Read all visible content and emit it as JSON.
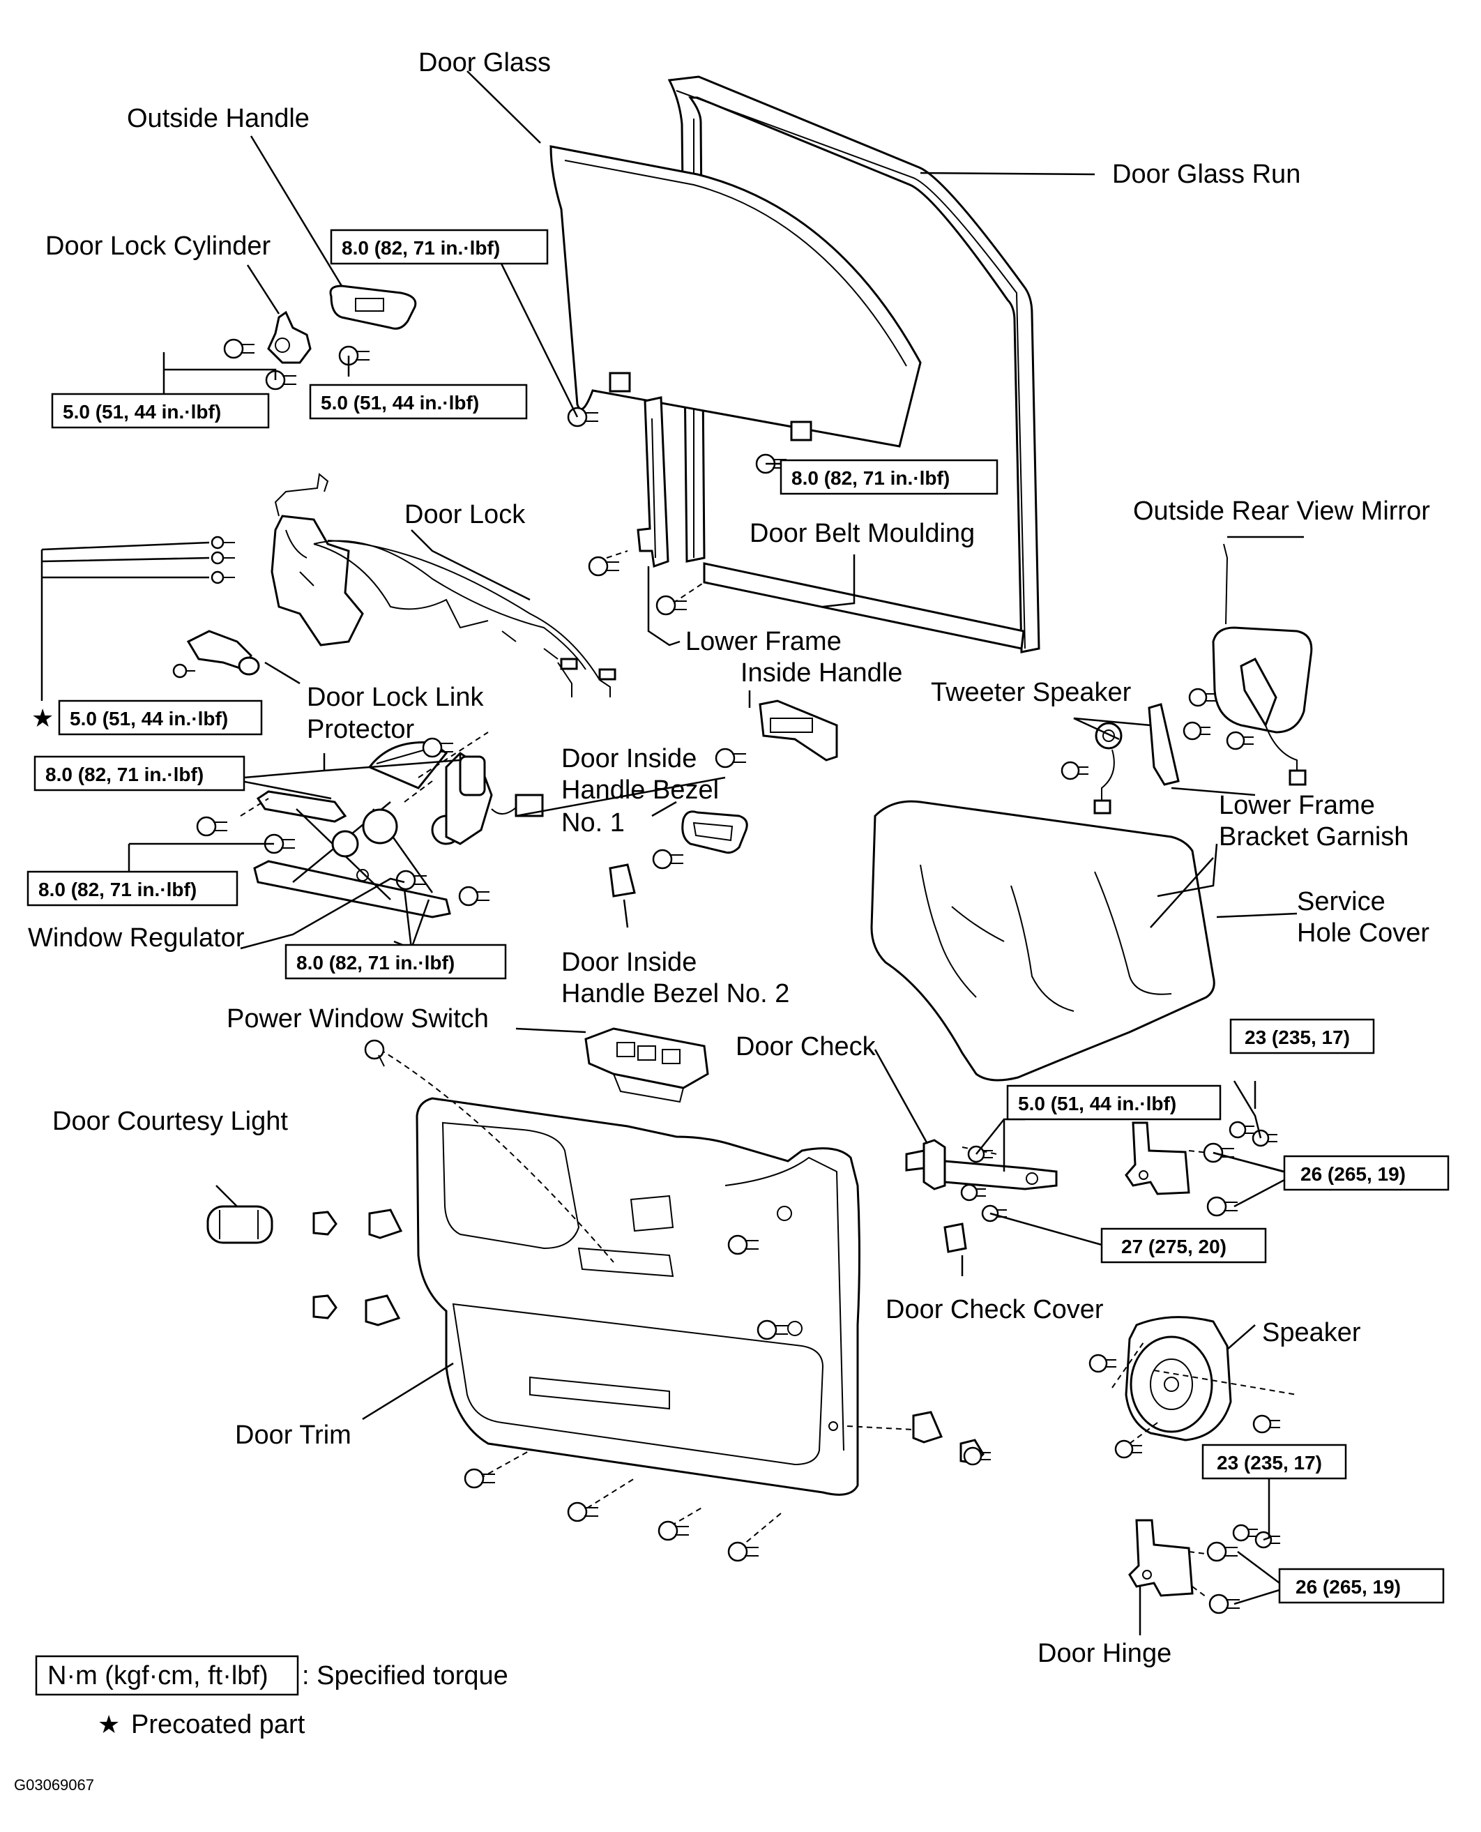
{
  "labels": {
    "door_glass": "Door Glass",
    "outside_handle": "Outside Handle",
    "door_glass_run": "Door Glass Run",
    "door_lock_cylinder": "Door Lock Cylinder",
    "door_lock": "Door Lock",
    "door_belt_moulding": "Door Belt Moulding",
    "outside_rear_view_mirror": "Outside Rear View Mirror",
    "lower_frame": "Lower Frame",
    "inside_handle": "Inside Handle",
    "tweeter_speaker": "Tweeter Speaker",
    "door_lock_link_protector_1": "Door Lock Link",
    "door_lock_link_protector_2": "Protector",
    "door_inside_handle_bezel_no1_1": "Door Inside",
    "door_inside_handle_bezel_no1_2": "Handle Bezel",
    "door_inside_handle_bezel_no1_3": "No. 1",
    "lower_frame_bracket_garnish_1": "Lower Frame",
    "lower_frame_bracket_garnish_2": "Bracket Garnish",
    "service_hole_cover_1": "Service",
    "service_hole_cover_2": "Hole Cover",
    "window_regulator": "Window Regulator",
    "door_inside_handle_bezel_no2_1": "Door Inside",
    "door_inside_handle_bezel_no2_2": "Handle Bezel No. 2",
    "power_window_switch": "Power Window Switch",
    "door_check": "Door Check",
    "door_courtesy_light": "Door Courtesy Light",
    "door_check_cover": "Door Check Cover",
    "speaker": "Speaker",
    "door_trim": "Door Trim",
    "door_hinge": "Door Hinge"
  },
  "torques": {
    "glass_top": "8.0 (82, 71 in.·lbf)",
    "cylinder": "5.0 (51, 44 in.·lbf)",
    "handle": "5.0 (51, 44 in.·lbf)",
    "glass_bottom": "8.0 (82, 71 in.·lbf)",
    "lock": "5.0 (51, 44 in.·lbf)",
    "regulator_top": "8.0 (82, 71 in.·lbf)",
    "regulator_left": "8.0 (82, 71 in.·lbf)",
    "regulator_bottom": "8.0 (82, 71 in.·lbf)",
    "hinge_upper_small": "23 (235, 17)",
    "door_check": "5.0 (51, 44 in.·lbf)",
    "hinge_upper_big": "26 (265, 19)",
    "check_body": "27 (275, 20)",
    "hinge_lower_small": "23 (235, 17)",
    "hinge_lower_big": "26 (265, 19)"
  },
  "legend": {
    "unit_box": "N·m (kgf·cm, ft·lbf)",
    "unit_text": ": Specified torque",
    "star": "★",
    "precoat": "Precoated part"
  },
  "figure_code": "G03069067"
}
